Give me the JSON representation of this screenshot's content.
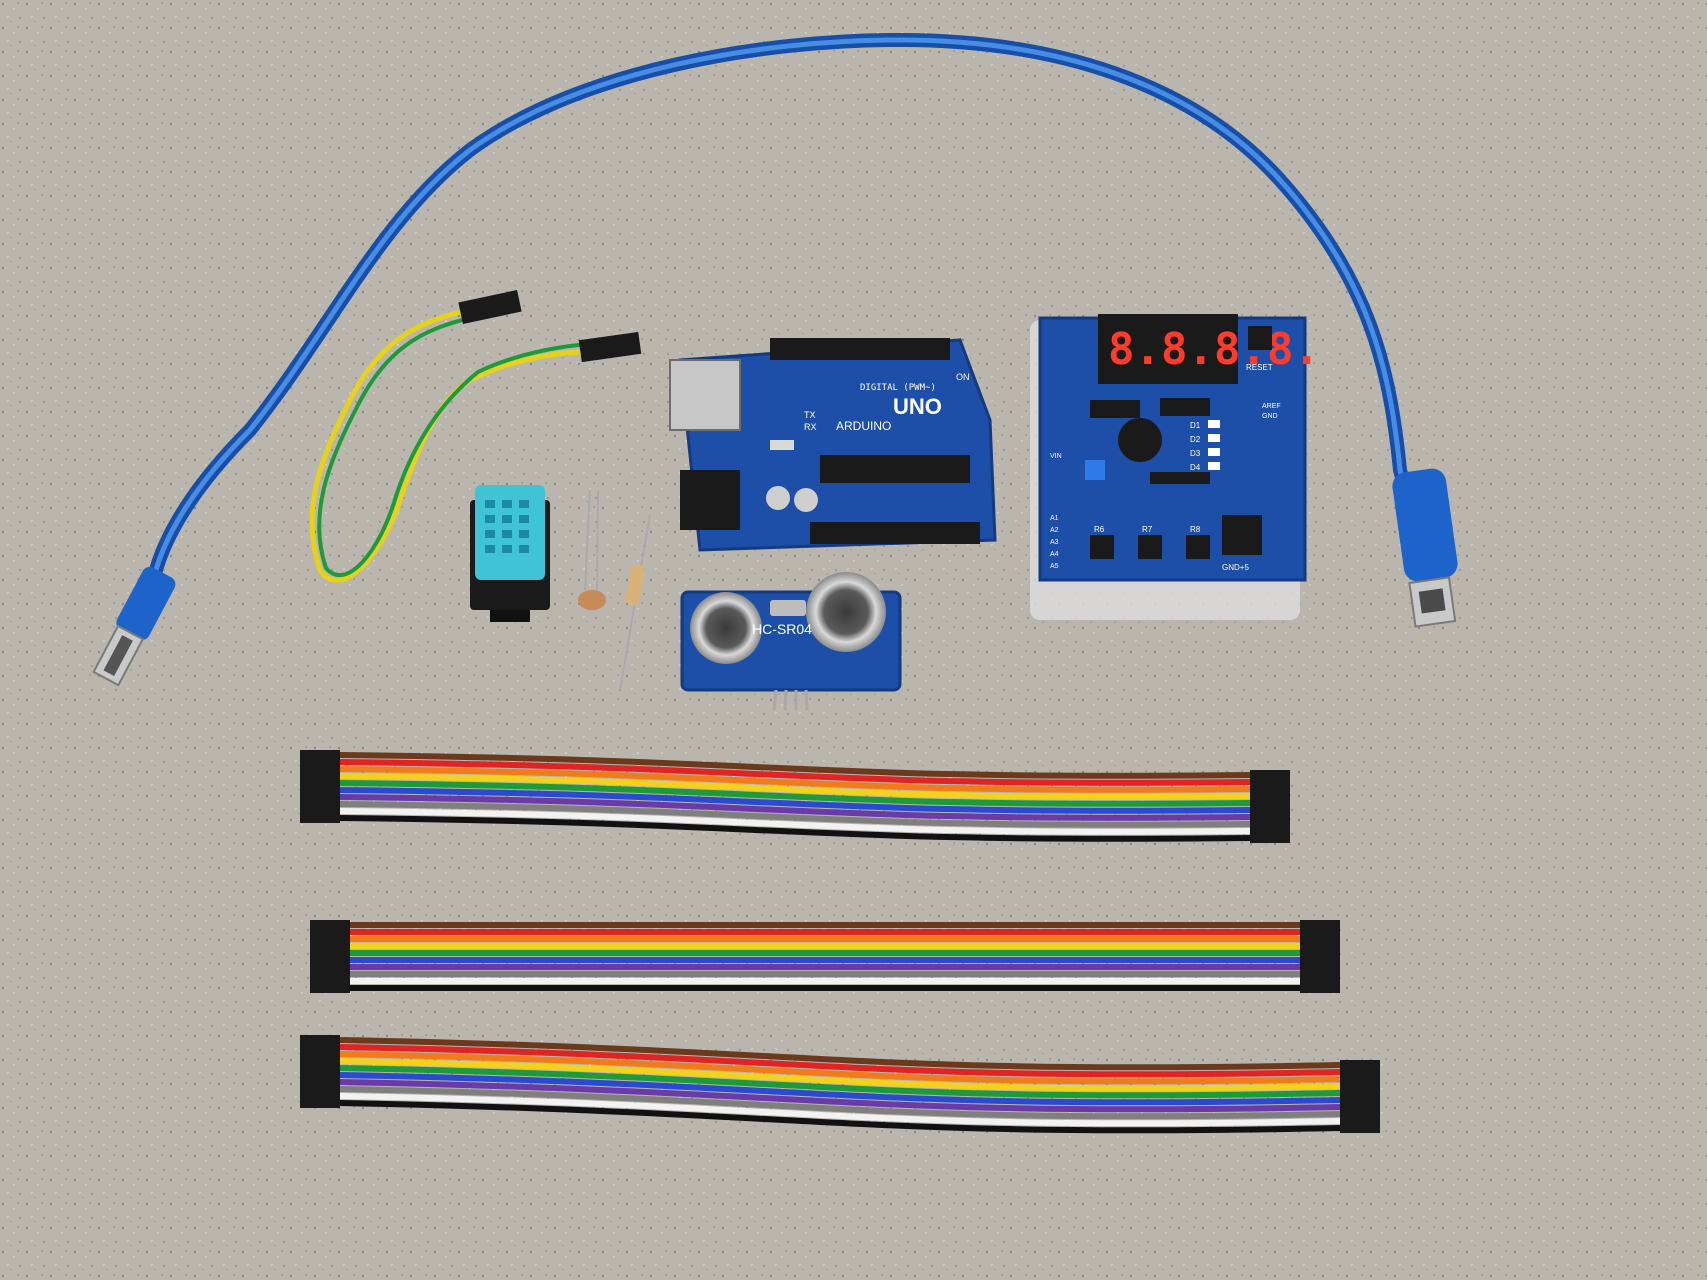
{
  "photo": {
    "colors": {
      "surface": "#b9b5ad",
      "surface_speckle_dark": "#8e8a83",
      "surface_speckle_light": "#dcd8d0",
      "usb_cable": "#1f6fd6",
      "usb_cable_highlight": "#6fb4ff",
      "pcb_blue": "#1d4fa8",
      "pcb_dark": "#143a80",
      "header_black": "#1a1a1a",
      "dht_sensor_cyan": "#3fc3d6",
      "seven_segment_red": "#ff3b2a",
      "ribbon_wires": [
        "#6b3a1e",
        "#e02424",
        "#f07b1a",
        "#f2d21d",
        "#1f9a3a",
        "#2a4bd0",
        "#6a3aa8",
        "#7f7f7f",
        "#f2f2f2",
        "#111111"
      ]
    },
    "arduino_board": {
      "logo_text": "ARDUINO",
      "model_text": "UNO",
      "pin_header_text": "DIGITAL (PWM~)",
      "tx_label": "TX",
      "rx_label": "RX",
      "on_label": "ON"
    },
    "ultrasonic_sensor": {
      "model_text": "HC-SR04"
    },
    "multifunction_shield": {
      "display_digits": "8.8.8.8.",
      "reset_label": "RESET",
      "pin_labels": [
        "D1",
        "D2",
        "D3",
        "D4"
      ],
      "header_labels": [
        "AREF",
        "GND",
        "VIN",
        "A1",
        "A2",
        "A3",
        "A4",
        "A5"
      ],
      "button_labels": [
        "R6",
        "R7",
        "R8"
      ],
      "power_label": "GND+5"
    },
    "icons": [
      "usb-a-plug",
      "usb-b-plug",
      "ldr-photoresistor",
      "resistor"
    ]
  }
}
